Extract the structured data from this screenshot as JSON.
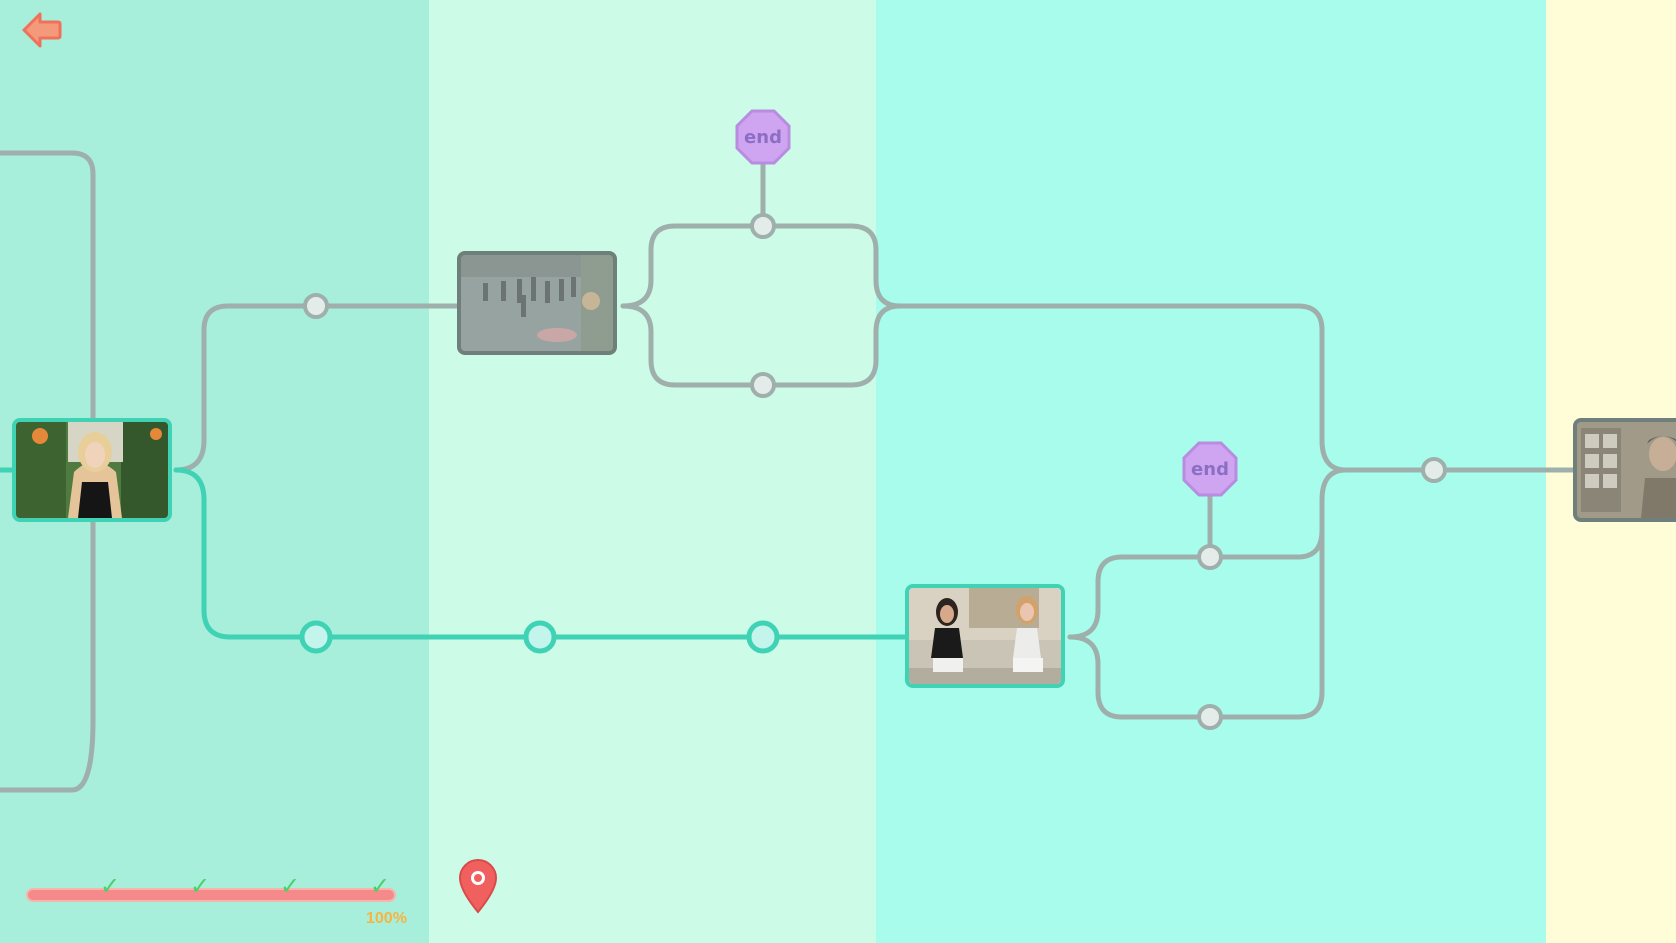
{
  "navigation": {
    "back_icon": "back-arrow-icon"
  },
  "map": {
    "end_badges": [
      {
        "label": "end"
      },
      {
        "label": "end"
      }
    ],
    "scenes": [
      {
        "state": "active",
        "depicts": "woman with blonde hair in garden"
      },
      {
        "state": "locked",
        "depicts": "group of people outdoors"
      },
      {
        "state": "active",
        "depicts": "two women sitting on couch"
      },
      {
        "state": "locked",
        "depicts": "man in office with bookshelf"
      }
    ]
  },
  "progress": {
    "percent_label": "100%",
    "value": 1.0,
    "checkmarks": 4
  },
  "location_icon": "map-pin-icon",
  "colors": {
    "active_path": "#3fd2b4",
    "locked_path": "#9fafab",
    "end_badge": "#cfa4f0",
    "progress_bar": "#f48a8a",
    "check": "#47d36b",
    "pin": "#f0605e"
  }
}
